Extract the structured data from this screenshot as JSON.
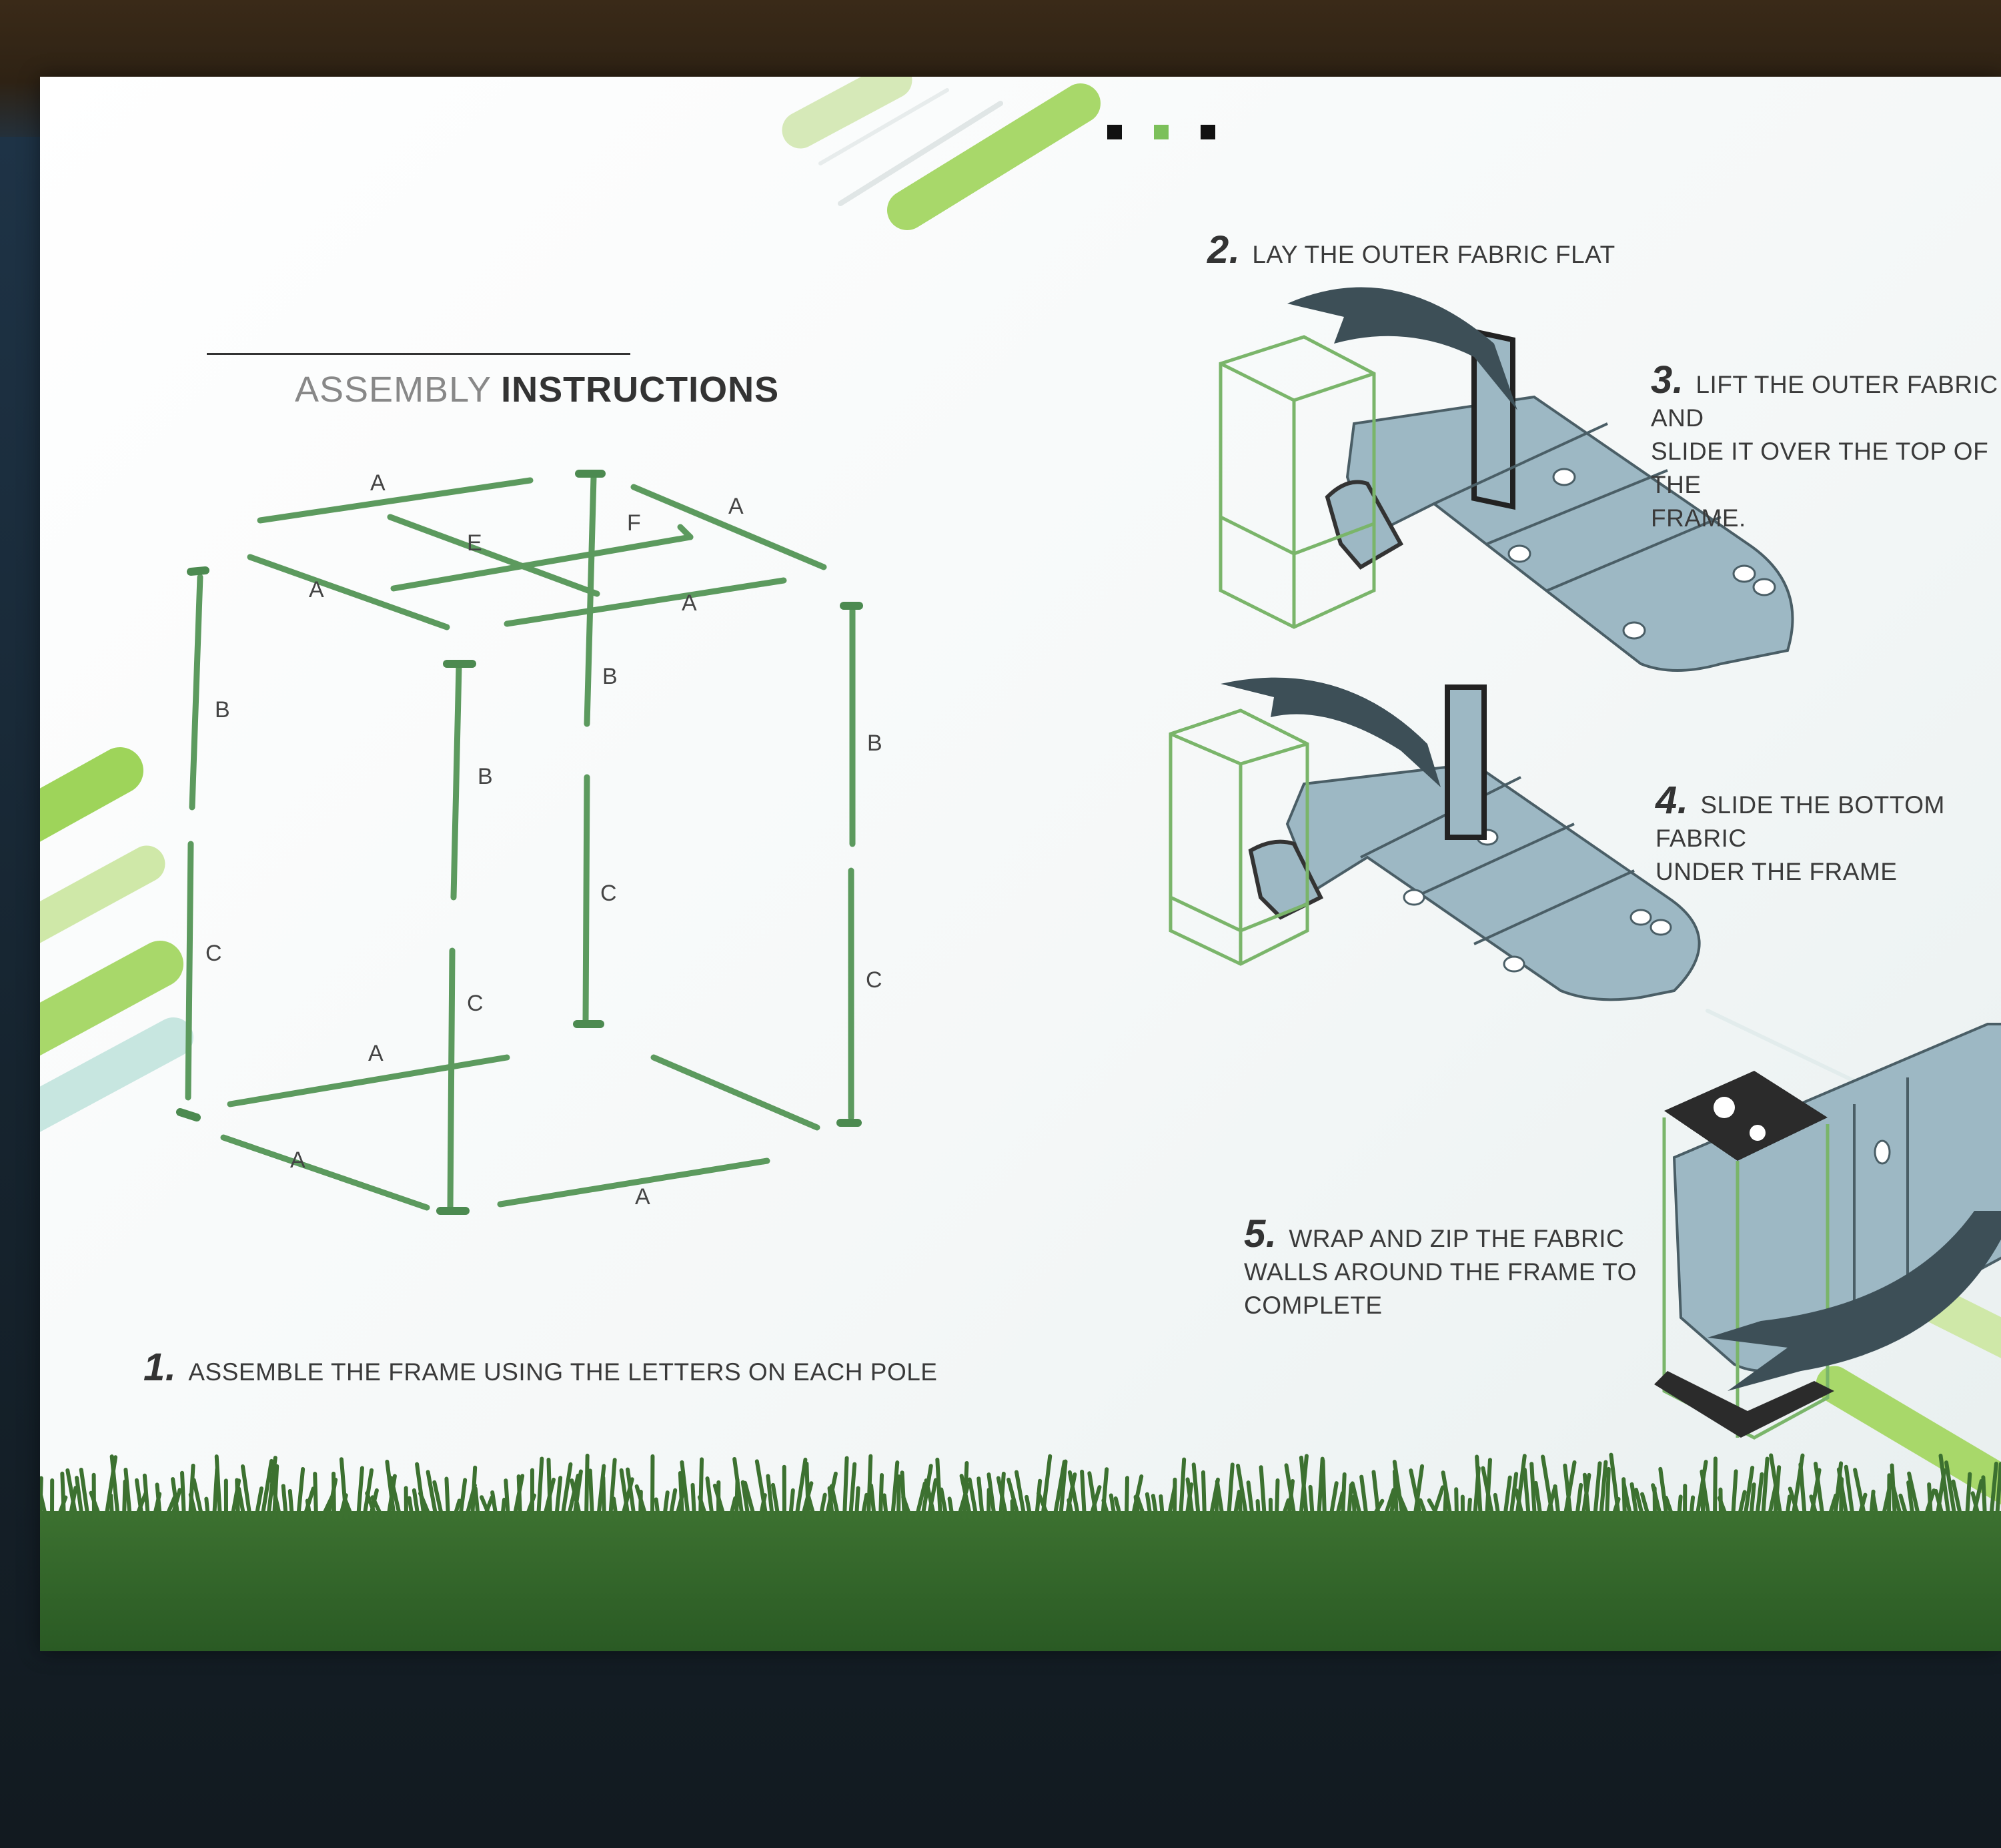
{
  "heading": {
    "light": "ASSEMBLY",
    "bold": "INSTRUCTIONS"
  },
  "steps": [
    {
      "num": "1.",
      "text": "ASSEMBLE THE FRAME USING THE  LETTERS ON EACH POLE"
    },
    {
      "num": "2.",
      "text": "LAY THE OUTER FABRIC FLAT"
    },
    {
      "num": "3.",
      "lines": [
        "LIFT THE OUTER FABRIC AND",
        "SLIDE IT OVER THE TOP OF THE",
        "FRAME."
      ]
    },
    {
      "num": "4.",
      "lines": [
        "SLIDE THE BOTTOM FABRIC",
        "UNDER THE FRAME"
      ]
    },
    {
      "num": "5.",
      "lines": [
        "WRAP AND ZIP THE FABRIC",
        "WALLS AROUND THE FRAME TO",
        "COMPLETE"
      ]
    }
  ],
  "pole_labels": {
    "a": "A",
    "b": "B",
    "c": "C",
    "e": "E",
    "f": "F"
  },
  "colors": {
    "pole_green": "#5c9a5e",
    "accent_lime": "#9ed45a",
    "fabric_blue": "#9db8c4",
    "grass_dark": "#3a6b2f",
    "text_dark": "#333333"
  }
}
